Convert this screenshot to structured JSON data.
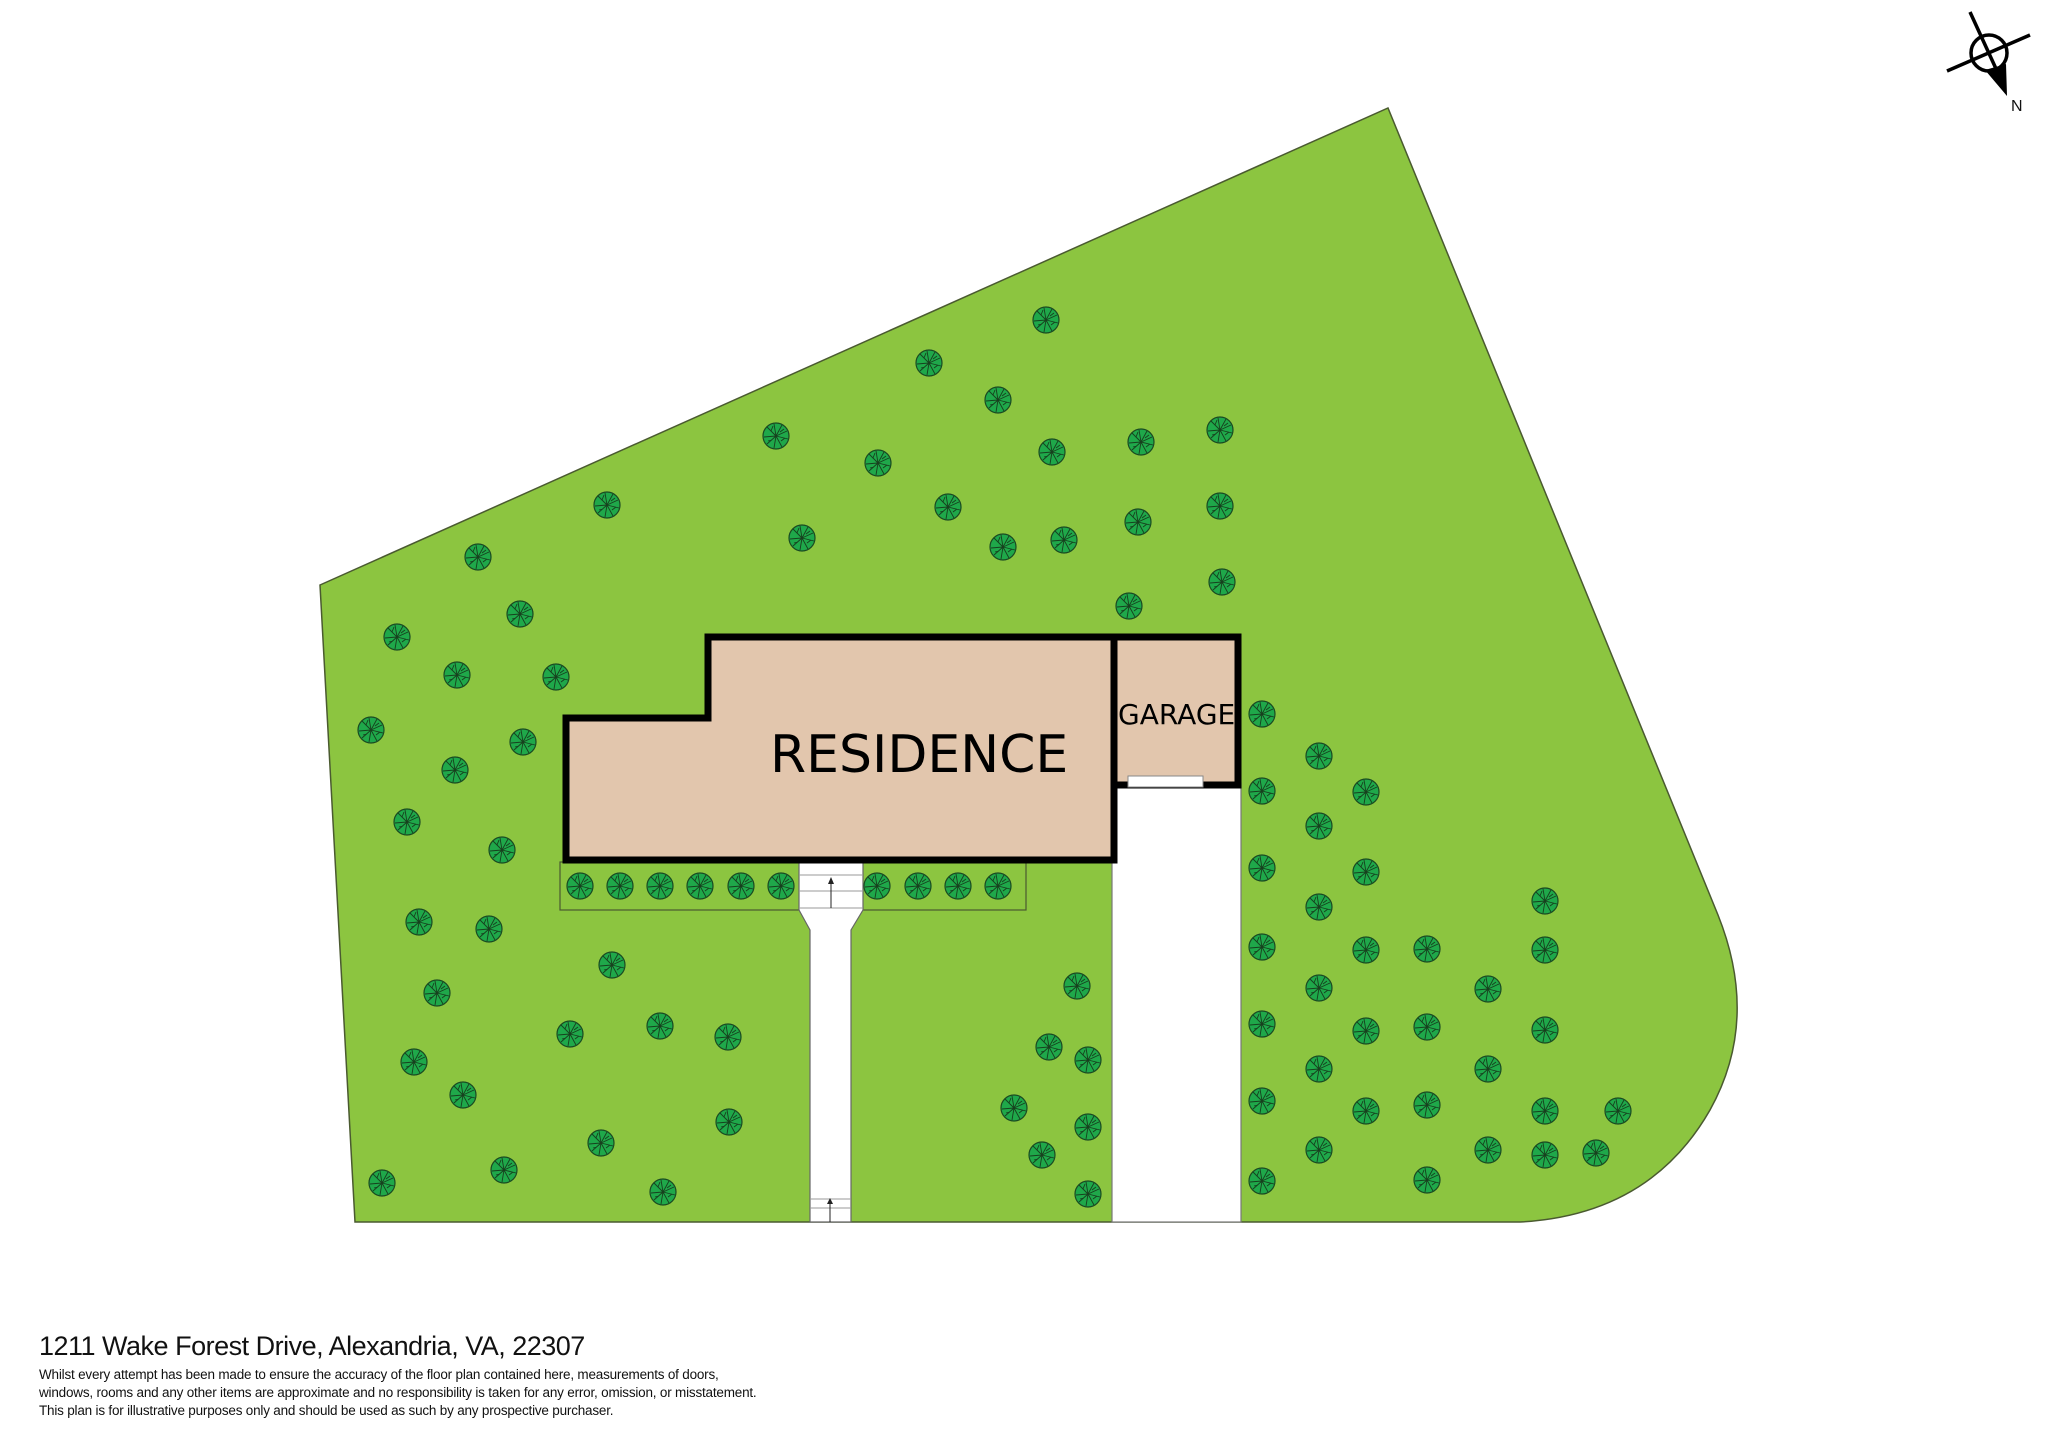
{
  "plan": {
    "rooms": [
      {
        "id": "residence",
        "label": "RESIDENCE"
      },
      {
        "id": "garage",
        "label": "GARAGE"
      }
    ],
    "compass": {
      "label": "N"
    },
    "colors": {
      "lawn": "#8cc540",
      "lawn_stroke": "#4a5a30",
      "tree_fill": "#1fa84a",
      "tree_stroke": "#1a4a22",
      "building_fill": "#e2c6ad",
      "wall": "#000000",
      "paving": "#ffffff"
    }
  },
  "footer": {
    "address": "1211 Wake Forest Drive, Alexandria, VA, 22307",
    "disclaimer_lines": [
      "Whilst every attempt has been made to ensure the accuracy of the floor plan contained here, measurements of doors,",
      "windows, rooms and any other items are approximate and no responsibility is taken for any error, omission, or misstatement.",
      "This plan is for illustrative purposes only and should be used as such by any prospective purchaser."
    ]
  }
}
